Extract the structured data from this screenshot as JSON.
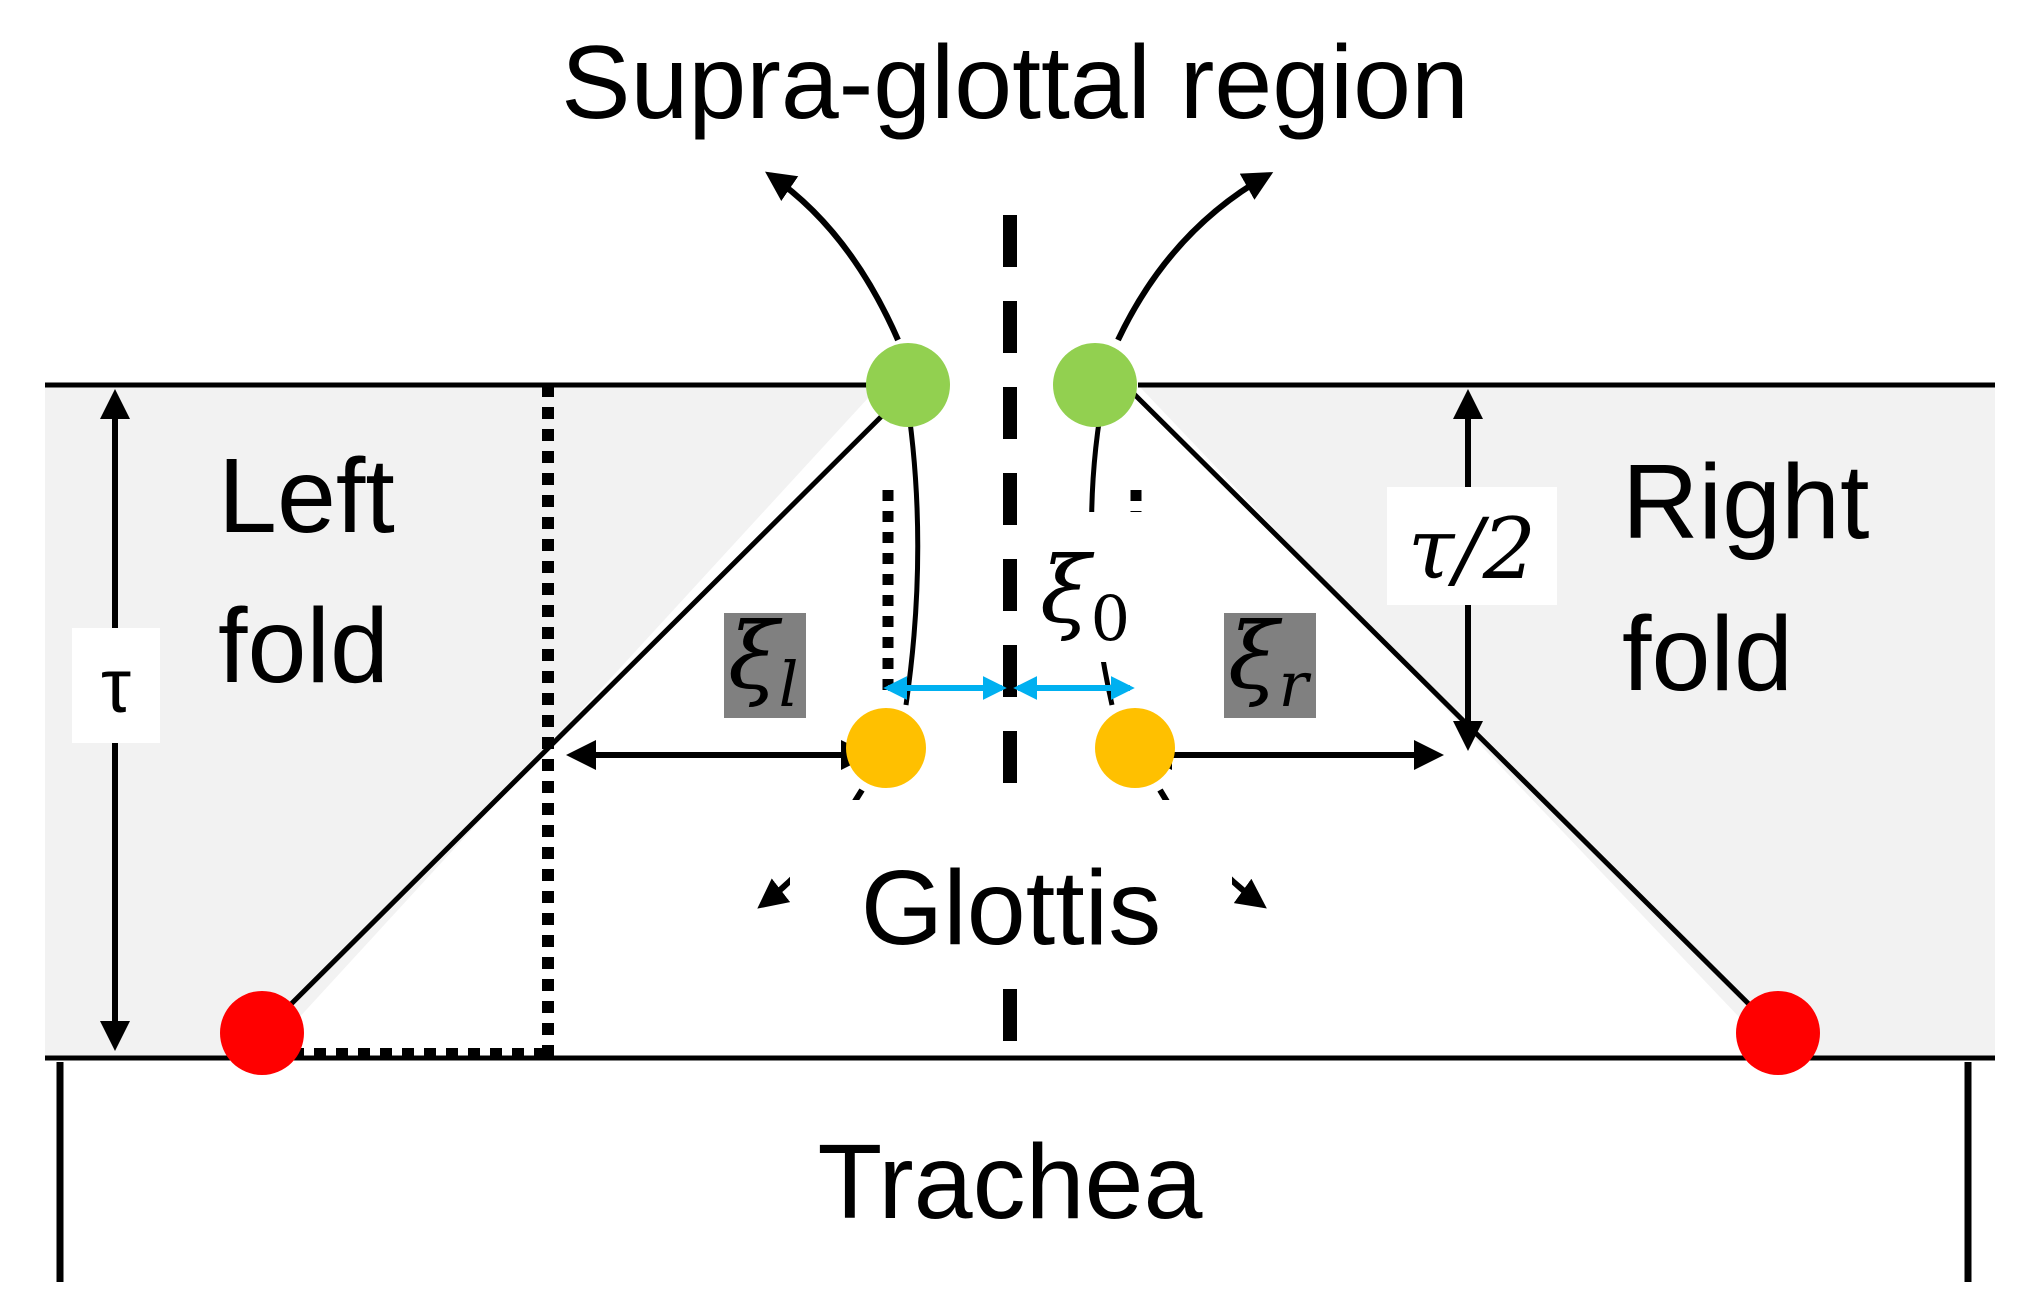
{
  "labels": {
    "supra_glottal": "Supra-glottal region",
    "left_fold": [
      "Left",
      "fold"
    ],
    "right_fold": [
      "Right",
      "fold"
    ],
    "glottis": "Glottis",
    "trachea": "Trachea",
    "tau": "τ",
    "tau_half": "τ/2",
    "xi_0": "ξ",
    "xi_0_sub": "0",
    "xi_l": "ξ",
    "xi_l_sub": "l",
    "xi_r": "ξ",
    "xi_r_sub": "r"
  },
  "colors": {
    "fold_fill": "#f2f2f2",
    "line": "#000000",
    "green_node": "#92d050",
    "yellow_node": "#ffc000",
    "red_node": "#ff0000",
    "blue_arrow": "#00b0f0",
    "xi_box": "#808080",
    "label_box": "#ffffff"
  }
}
